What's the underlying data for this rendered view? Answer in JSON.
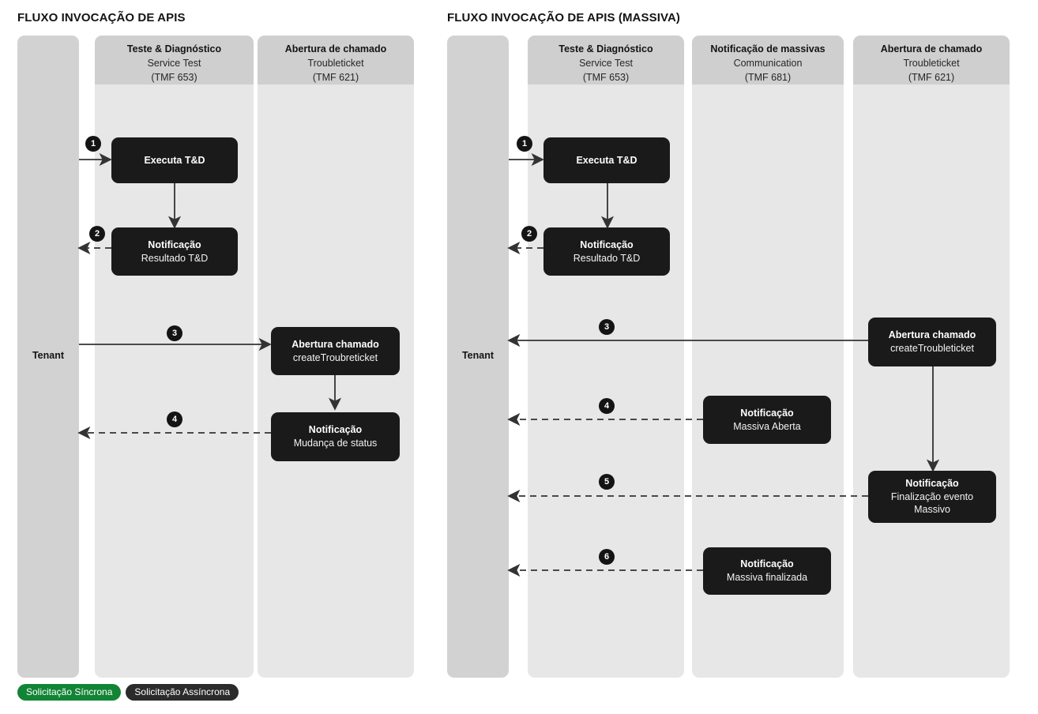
{
  "legend": {
    "sync_label": "Solicitação Síncrona",
    "async_label": "Solicitação Assíncrona",
    "sync_color": "#128435",
    "async_color": "#2b2b2b"
  },
  "panels": [
    {
      "id": "left",
      "title": "FLUXO INVOCAÇÃO DE APIS",
      "tenant_label": "Tenant",
      "lanes": [
        {
          "name": "tenant",
          "title": "",
          "subtitle": "",
          "spec": ""
        },
        {
          "name": "service-test",
          "title": "Teste & Diagnóstico",
          "subtitle": "Service Test",
          "spec": "(TMF 653)"
        },
        {
          "name": "troubleticket",
          "title": "Abertura de chamado",
          "subtitle": "Troubleticket",
          "spec": "(TMF 621)"
        }
      ],
      "nodes": [
        {
          "name": "executa-td",
          "t1": "Executa T&D",
          "t2": "",
          "t3": ""
        },
        {
          "name": "notificacao-resultado-td",
          "t1": "Notificação",
          "t2": "Resultado T&D",
          "t3": ""
        },
        {
          "name": "abertura-chamado",
          "t1": "Abertura chamado",
          "t2": "createTroubreticket",
          "t3": ""
        },
        {
          "name": "notificacao-mudanca-status",
          "t1": "Notificação",
          "t2": "Mudança de status",
          "t3": ""
        }
      ],
      "steps": [
        {
          "num": "1",
          "kind": "sync",
          "from": "Tenant",
          "to": "Executa T&D"
        },
        {
          "num": "2",
          "kind": "async",
          "from": "Notificação Resultado T&D",
          "to": "Tenant"
        },
        {
          "num": "3",
          "kind": "sync",
          "from": "Tenant",
          "to": "Abertura chamado"
        },
        {
          "num": "4",
          "kind": "async",
          "from": "Notificação Mudança de status",
          "to": "Tenant"
        }
      ]
    },
    {
      "id": "right",
      "title": "FLUXO INVOCAÇÃO DE APIS (MASSIVA)",
      "tenant_label": "Tenant",
      "lanes": [
        {
          "name": "tenant",
          "title": "",
          "subtitle": "",
          "spec": ""
        },
        {
          "name": "service-test",
          "title": "Teste & Diagnóstico",
          "subtitle": "Service Test",
          "spec": "(TMF 653)"
        },
        {
          "name": "communication",
          "title": "Notificação de massivas",
          "subtitle": "Communication",
          "spec": "(TMF 681)"
        },
        {
          "name": "troubleticket",
          "title": "Abertura de chamado",
          "subtitle": "Troubleticket",
          "spec": "(TMF 621)"
        }
      ],
      "nodes": [
        {
          "name": "executa-td",
          "t1": "Executa T&D",
          "t2": "",
          "t3": ""
        },
        {
          "name": "notificacao-resultado-td",
          "t1": "Notificação",
          "t2": "Resultado T&D",
          "t3": ""
        },
        {
          "name": "abertura-chamado",
          "t1": "Abertura chamado",
          "t2": "createTroubleticket",
          "t3": ""
        },
        {
          "name": "notificacao-massiva-aberta",
          "t1": "Notificação",
          "t2": "Massiva Aberta",
          "t3": ""
        },
        {
          "name": "notificacao-finalizacao-evento",
          "t1": "Notificação",
          "t2": "Finalização evento",
          "t3": "Massivo"
        },
        {
          "name": "notificacao-massiva-finalizada",
          "t1": "Notificação",
          "t2": "Massiva finalizada",
          "t3": ""
        }
      ],
      "steps": [
        {
          "num": "1",
          "kind": "sync",
          "from": "Tenant",
          "to": "Executa T&D"
        },
        {
          "num": "2",
          "kind": "async",
          "from": "Notificação Resultado T&D",
          "to": "Tenant"
        },
        {
          "num": "3",
          "kind": "sync",
          "from": "Abertura chamado",
          "to": "Tenant"
        },
        {
          "num": "4",
          "kind": "async",
          "from": "Notificação Massiva Aberta",
          "to": "Tenant"
        },
        {
          "num": "5",
          "kind": "async",
          "from": "Notificação Finalização evento Massivo",
          "to": "Tenant"
        },
        {
          "num": "6",
          "kind": "async",
          "from": "Notificação Massiva finalizada",
          "to": "Tenant"
        }
      ]
    }
  ]
}
